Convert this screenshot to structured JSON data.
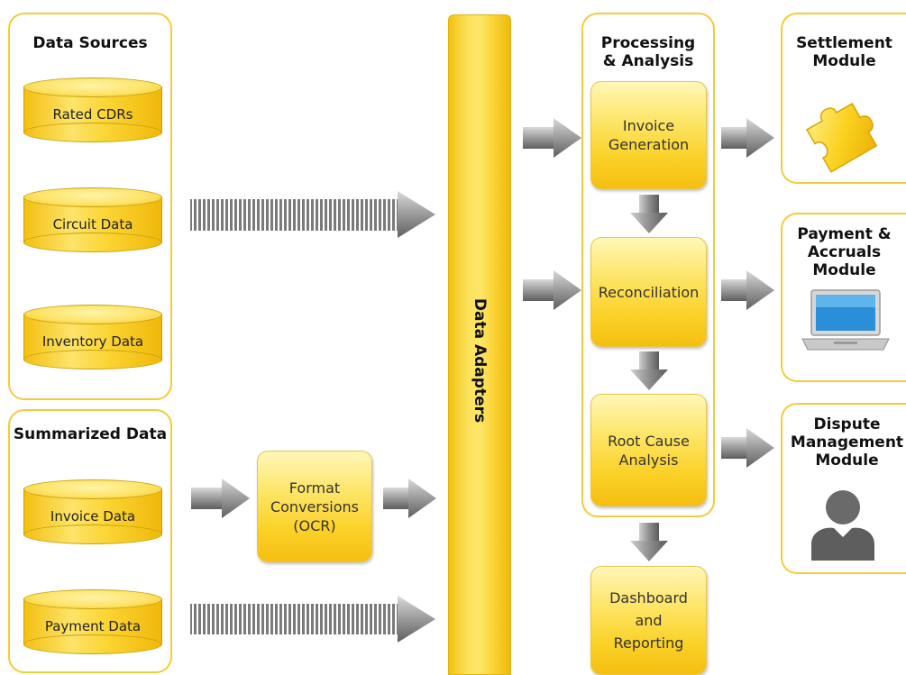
{
  "data_sources": {
    "title": "Data Sources",
    "items": [
      "Rated CDRs",
      "Circuit Data",
      "Inventory Data"
    ]
  },
  "summarized_data": {
    "title": "Summarized Data",
    "items": [
      "Invoice Data",
      "Payment Data"
    ]
  },
  "format_conversions": {
    "label": "Format\nConversions\n(OCR)"
  },
  "data_adapters": {
    "label": "Data Adapters"
  },
  "processing": {
    "title": "Processing\n& Analysis",
    "steps": [
      "Invoice\nGeneration",
      "Reconciliation",
      "Root Cause\nAnalysis"
    ]
  },
  "dashboard": {
    "label": "Dashboard\nand\nReporting"
  },
  "modules": {
    "settlement": {
      "title": "Settlement\nModule",
      "icon": "puzzle-piece-icon"
    },
    "payment": {
      "title": "Payment &\nAccruals\nModule",
      "icon": "laptop-icon"
    },
    "dispute": {
      "title": "Dispute\nManagement\nModule",
      "icon": "person-icon"
    }
  },
  "colors": {
    "accent": "#f9d21f",
    "border": "#f2cc3a",
    "arrow": "#8a8a8a"
  }
}
